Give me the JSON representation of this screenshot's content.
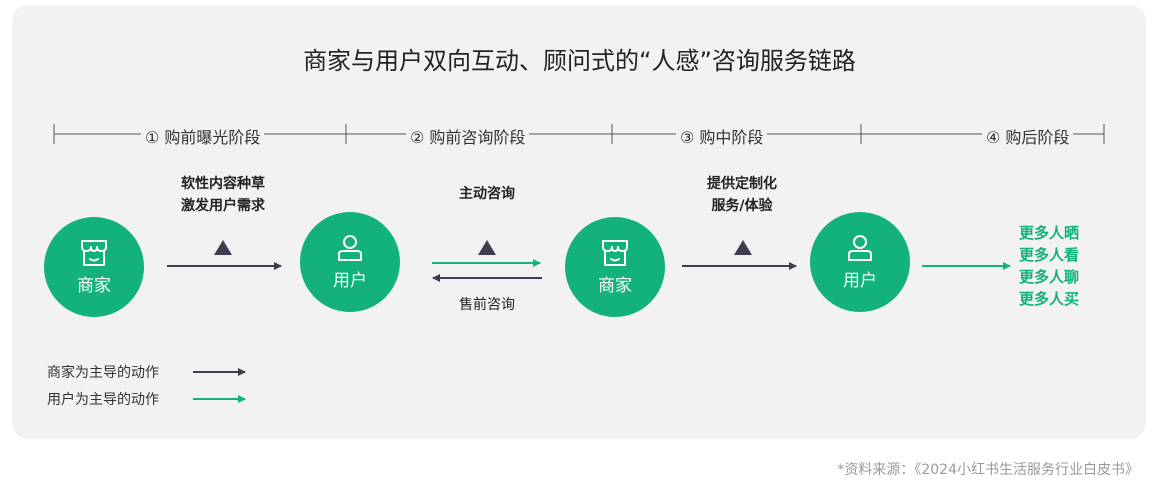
{
  "title": "商家与用户双向互动、顾问式的“人感”咨询服务链路",
  "phases": [
    {
      "label": "① 购前曝光阶段"
    },
    {
      "label": "② 购前咨询阶段"
    },
    {
      "label": "③ 购中阶段"
    },
    {
      "label": "④ 购后阶段"
    }
  ],
  "nodes": [
    {
      "label": "商家",
      "icon": "store-icon"
    },
    {
      "label": "用户",
      "icon": "user-icon"
    },
    {
      "label": "商家",
      "icon": "store-icon"
    },
    {
      "label": "用户",
      "icon": "user-icon"
    }
  ],
  "steps": {
    "exposure": {
      "line1": "软性内容种草",
      "line2": "激发用户需求"
    },
    "consult_top": "主动咨询",
    "consult_bottom": "售前咨询",
    "purchase": {
      "line1": "提供定制化",
      "line2": "服务/体验"
    }
  },
  "outcomes": [
    "更多人晒",
    "更多人看",
    "更多人聊",
    "更多人买"
  ],
  "legend": {
    "merchant": "商家为主导的动作",
    "user": "用户为主导的动作"
  },
  "source": "*资料来源：《2024小红书生活服务行业白皮书》",
  "colors": {
    "green": "#12b27a",
    "merchant_arrow": "#3d3d4e",
    "background": "#f2f2f2"
  }
}
